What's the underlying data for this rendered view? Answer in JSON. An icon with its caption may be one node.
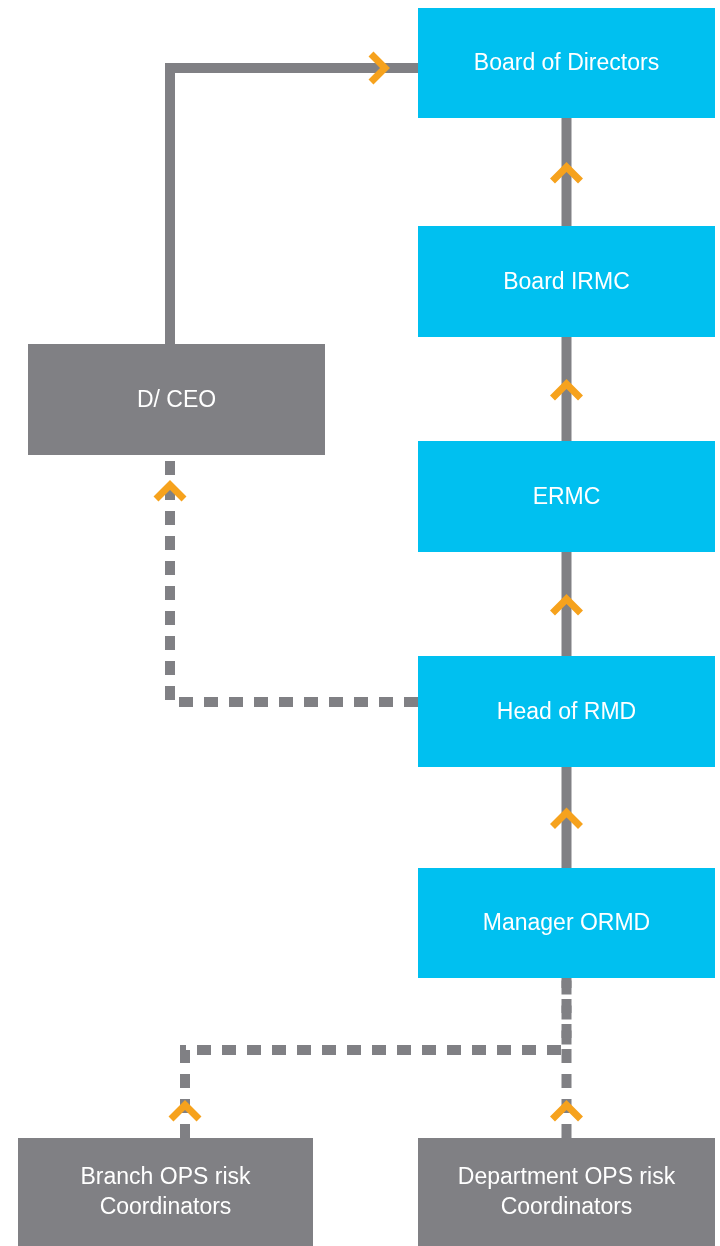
{
  "diagram": {
    "nodes": [
      {
        "text": [
          "Board of Directors"
        ]
      },
      {
        "text": [
          "Board IRMC"
        ]
      },
      {
        "text": [
          "ERMC"
        ]
      },
      {
        "text": [
          "Head of RMD"
        ]
      },
      {
        "text": [
          "Manager ORMD"
        ]
      },
      {
        "text": [
          "D/ CEO"
        ]
      },
      {
        "text": [
          "Branch OPS risk Coordinators"
        ]
      },
      {
        "text": [
          "Department OPS risk Coordinators"
        ]
      }
    ],
    "edges": [
      {
        "from": 1,
        "to": 0,
        "arrow": "to"
      },
      {
        "from": 2,
        "to": 1,
        "arrow": "to"
      },
      {
        "from": 3,
        "to": 2,
        "arrow": "to"
      },
      {
        "from": 4,
        "to": 3,
        "arrow": "to"
      },
      {
        "from": 5,
        "to": 0,
        "arrow": "to"
      },
      {
        "from": 3,
        "to": 5,
        "arrow": "to",
        "style": "dashed"
      },
      {
        "from": 6,
        "to": 4,
        "arrow": "to",
        "style": "dashed"
      },
      {
        "from": 7,
        "to": 4,
        "arrow": "to",
        "style": "dashed"
      }
    ]
  }
}
